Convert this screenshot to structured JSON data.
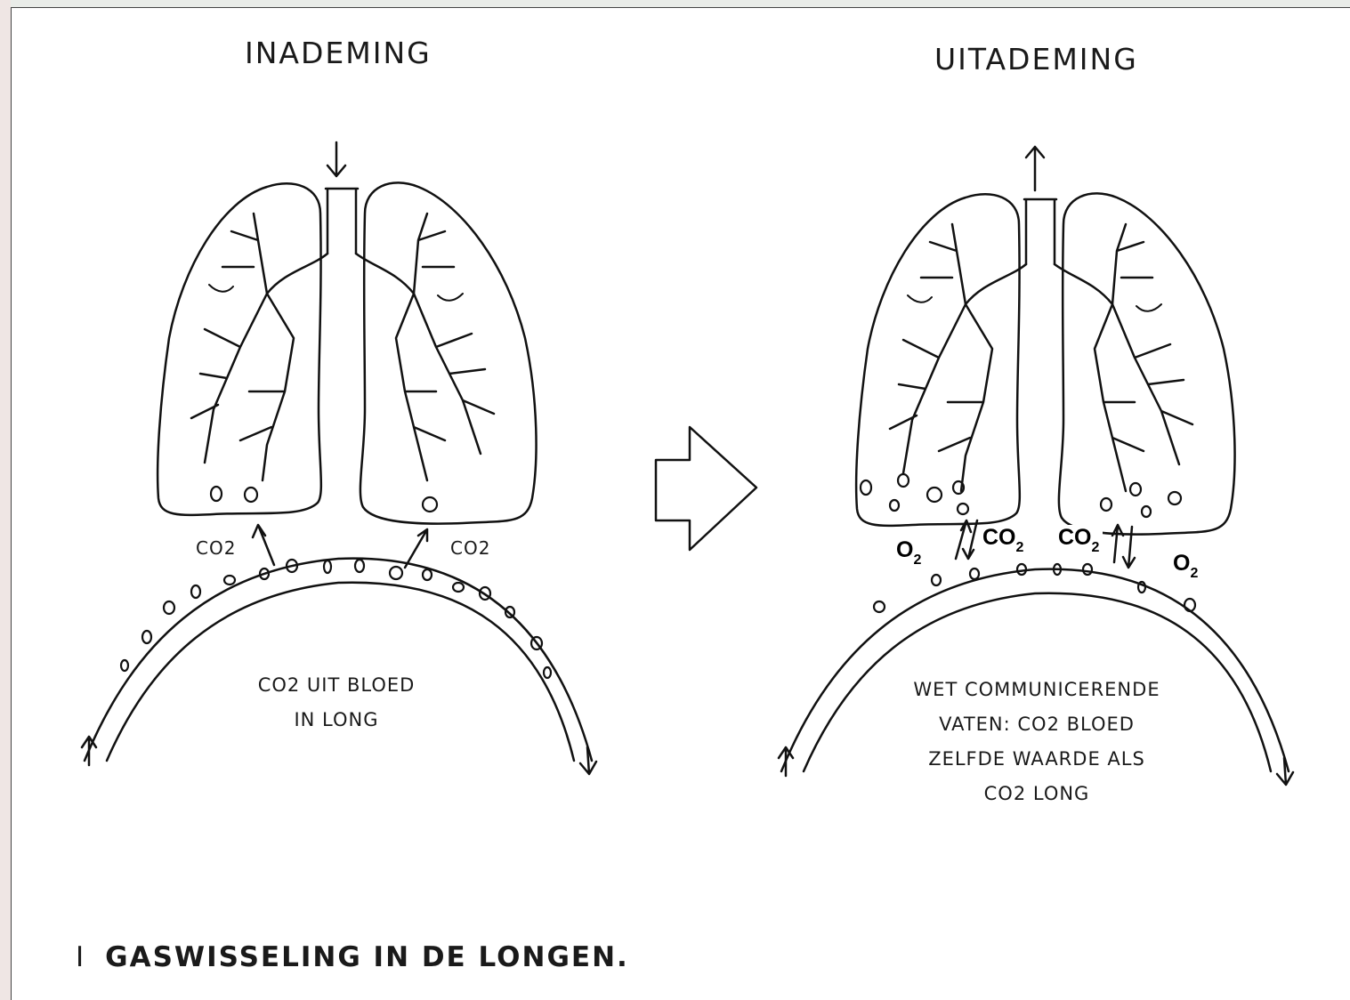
{
  "titles": {
    "left": "INADEMING",
    "right": "UITADEMING"
  },
  "left_panel": {
    "co2_label_left": "CO2",
    "co2_label_right": "CO2",
    "caption_lines": [
      "CO2 UIT BLOED",
      "IN LONG"
    ]
  },
  "right_panel": {
    "gas_labels": {
      "o2": "O",
      "co2": "CO",
      "sub": "2"
    },
    "caption_lines": [
      "WET COMMUNICERENDE",
      "VATEN: CO2 BLOED",
      "ZELFDE WAARDE ALS",
      "CO2 LONG"
    ]
  },
  "caption": {
    "number": "I",
    "text": "GASWISSELING IN DE LONGEN."
  }
}
